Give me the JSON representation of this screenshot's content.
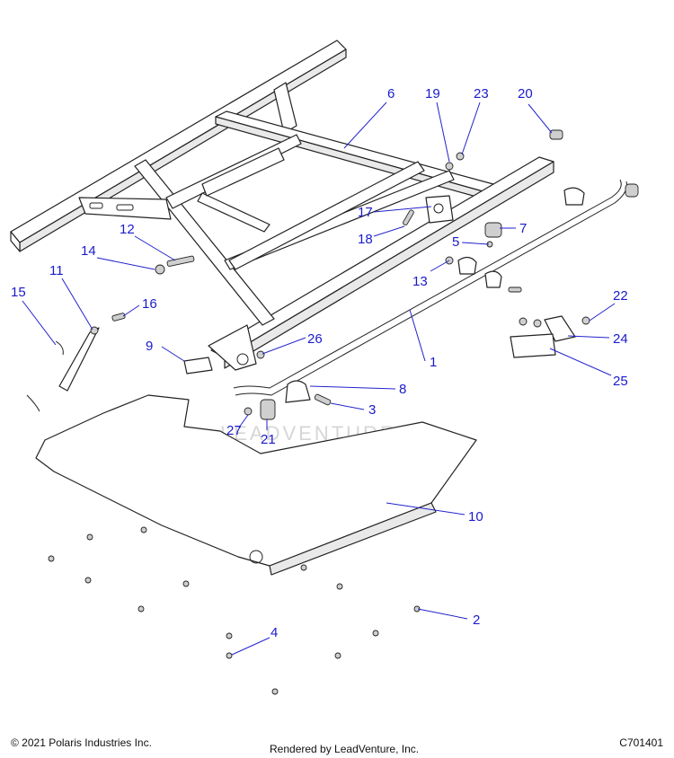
{
  "diagram": {
    "watermark": "LEADVENTURE",
    "callouts": [
      {
        "id": "1",
        "label": "1"
      },
      {
        "id": "2",
        "label": "2"
      },
      {
        "id": "3",
        "label": "3"
      },
      {
        "id": "4",
        "label": "4"
      },
      {
        "id": "5",
        "label": "5"
      },
      {
        "id": "6",
        "label": "6"
      },
      {
        "id": "7",
        "label": "7"
      },
      {
        "id": "8",
        "label": "8"
      },
      {
        "id": "9",
        "label": "9"
      },
      {
        "id": "10",
        "label": "10"
      },
      {
        "id": "11",
        "label": "11"
      },
      {
        "id": "12",
        "label": "12"
      },
      {
        "id": "13",
        "label": "13"
      },
      {
        "id": "14",
        "label": "14"
      },
      {
        "id": "15",
        "label": "15"
      },
      {
        "id": "16",
        "label": "16"
      },
      {
        "id": "17",
        "label": "17"
      },
      {
        "id": "18",
        "label": "18"
      },
      {
        "id": "19",
        "label": "19"
      },
      {
        "id": "20",
        "label": "20"
      },
      {
        "id": "21",
        "label": "21"
      },
      {
        "id": "22",
        "label": "22"
      },
      {
        "id": "23",
        "label": "23"
      },
      {
        "id": "24",
        "label": "24"
      },
      {
        "id": "25",
        "label": "25"
      },
      {
        "id": "26",
        "label": "26"
      },
      {
        "id": "27",
        "label": "27"
      }
    ]
  },
  "footer": {
    "copyright": "© 2021 Polaris Industries Inc.",
    "rendered_by": "Rendered by LeadVenture, Inc.",
    "diagram_code": "C701401"
  }
}
